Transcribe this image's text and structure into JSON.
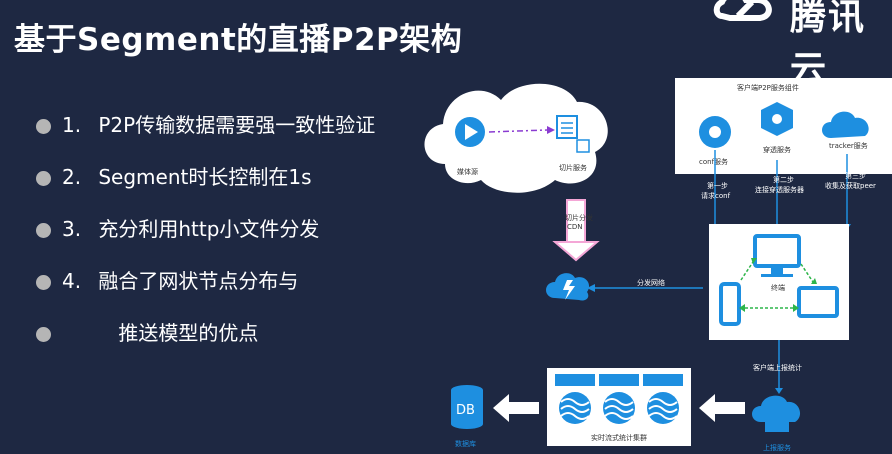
{
  "title": "基于Segment的直播P2P架构",
  "brand": {
    "text": "腾讯云",
    "color": "#ffffff"
  },
  "bullets": [
    {
      "num": "1.",
      "text": "P2P传输数据需要强一致性验证"
    },
    {
      "num": "2.",
      "text": "Segment时长控制在1s"
    },
    {
      "num": "3.",
      "text": "充分利用http小文件分发"
    },
    {
      "num": "4.",
      "text": "融合了网状节点分布与"
    },
    {
      "num": "",
      "text": "推送模型的优点"
    }
  ],
  "diagram": {
    "source_label": "媒体源",
    "slice_label": "切片服务",
    "cdn_arrow_label": "切片分发CDN",
    "client_group_title": "客户端P2P服务组件",
    "conf_label": "conf服务",
    "punch_label": "穿透服务",
    "tracker_label": "tracker服务",
    "step1": "第一步\n请求conf",
    "step2": "第二步\n连接穿透服务器",
    "step3": "第三步\n收集及获取peer",
    "mesh_label": "终端",
    "distribute_label": "分发网络",
    "report_label": "客户端上报统计",
    "stats_cluster_label": "实时流式统计集群",
    "db_label": "数据库",
    "db_icon_text": "DB",
    "report_cloud_label": "上报服务"
  },
  "colors": {
    "background": "#1e2842",
    "accent": "#1e8fe0",
    "green": "#2db54a",
    "pink": "#f4a6d6"
  }
}
